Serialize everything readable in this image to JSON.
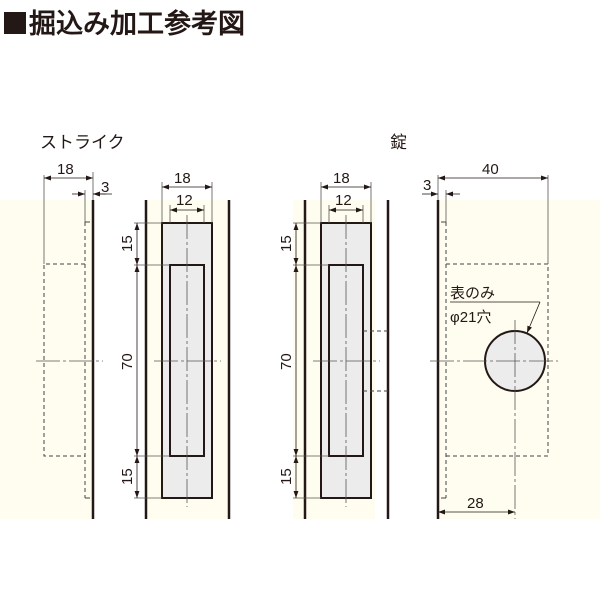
{
  "title": "掘込み加工参考図",
  "colors": {
    "ink": "#231815",
    "door_fill": "#fffdf0",
    "part_fill": "#ececec",
    "dim_line": "#5a5550"
  },
  "panels": {
    "strike": {
      "label": "ストライク",
      "side_view": {
        "dim_width": "18",
        "dim_offset": "3"
      },
      "front_view": {
        "dim_outer_width": "18",
        "dim_inner_width": "12",
        "dim_top": "15",
        "dim_mid": "70",
        "dim_bottom": "15"
      }
    },
    "lock": {
      "label": "錠",
      "front_view": {
        "dim_outer_width": "18",
        "dim_inner_width": "12",
        "dim_top": "15",
        "dim_mid": "70",
        "dim_bottom": "15"
      },
      "side_view": {
        "dim_offset": "3",
        "dim_depth": "40",
        "dim_hole_center": "28",
        "note_line1": "表のみ",
        "note_line2": "φ21穴"
      }
    }
  }
}
